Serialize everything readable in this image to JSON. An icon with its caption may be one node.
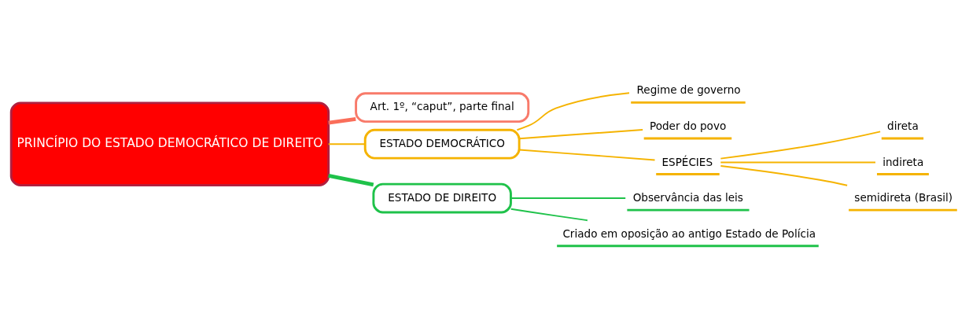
{
  "diagram": {
    "nodes": [
      {
        "text": [
          "PRINCÍPIO DO ESTADO DEMOCRÁTICO DE DIREITO"
        ]
      },
      {
        "text": [
          "Art. 1º, “caput”, parte final"
        ]
      },
      {
        "text": [
          "ESTADO DEMOCRÁTICO"
        ]
      },
      {
        "text": [
          "Regime de governo"
        ]
      },
      {
        "text": [
          "Poder do povo"
        ]
      },
      {
        "text": [
          "ESPÉCIES"
        ]
      },
      {
        "text": [
          "direta"
        ]
      },
      {
        "text": [
          "indireta"
        ]
      },
      {
        "text": [
          "semidireta (Brasil)"
        ]
      },
      {
        "text": [
          "ESTADO DE DIREITO"
        ]
      },
      {
        "text": [
          "Observância das leis"
        ]
      },
      {
        "text": [
          "Criado em oposição ao antigo Estado de Polícia"
        ]
      }
    ],
    "edges": [
      {
        "from": 0,
        "to": 1,
        "arrow": "none",
        "style": "thick",
        "color": "#fa6e5a"
      },
      {
        "from": 0,
        "to": 2,
        "arrow": "none"
      },
      {
        "from": 2,
        "to": 3,
        "arrow": "none"
      },
      {
        "from": 2,
        "to": 4,
        "arrow": "none"
      },
      {
        "from": 2,
        "to": 5,
        "arrow": "none"
      },
      {
        "from": 5,
        "to": 6,
        "arrow": "none"
      },
      {
        "from": 5,
        "to": 7,
        "arrow": "none"
      },
      {
        "from": 5,
        "to": 8,
        "arrow": "none"
      },
      {
        "from": 0,
        "to": 9,
        "arrow": "none",
        "style": "thick",
        "color": "#1fc24a"
      },
      {
        "from": 9,
        "to": 10,
        "arrow": "none",
        "color": "#1fc24a"
      },
      {
        "from": 9,
        "to": 11,
        "arrow": "none",
        "color": "#1fc24a"
      }
    ]
  }
}
